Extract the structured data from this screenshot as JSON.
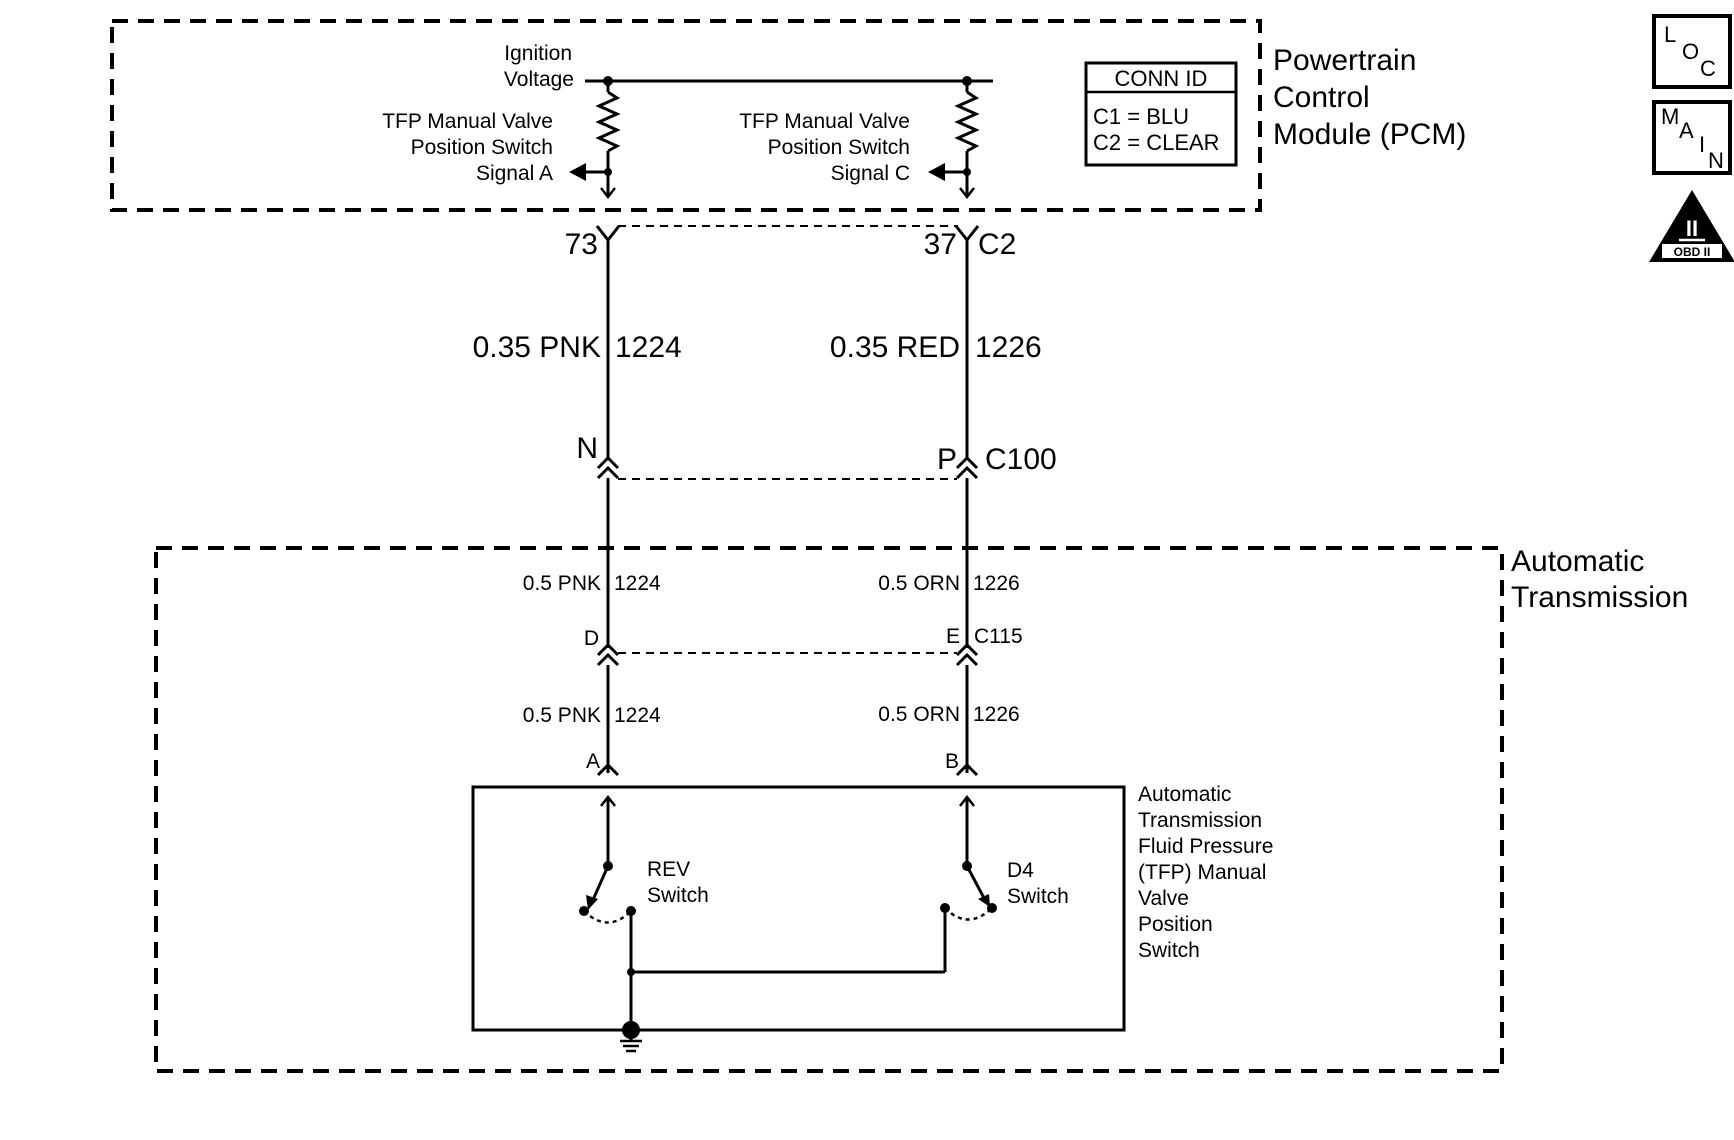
{
  "pcm": {
    "title_lines": [
      "Powertrain",
      "Control",
      "Module (PCM)"
    ],
    "ignition_lines": [
      "Ignition",
      "Voltage"
    ],
    "signal_a_lines": [
      "TFP Manual Valve",
      "Position Switch",
      "Signal A"
    ],
    "signal_c_lines": [
      "TFP Manual Valve",
      "Position Switch",
      "Signal C"
    ],
    "conn_id": {
      "header": "CONN ID",
      "c1": "C1 = BLU",
      "c2": "C2 = CLEAR"
    }
  },
  "pcm_pins": {
    "left_pin": "73",
    "right_pin": "37",
    "connector": "C2"
  },
  "upper_wires": {
    "left": {
      "color": "0.35 PNK",
      "circuit": "1224"
    },
    "right": {
      "color": "0.35 RED",
      "circuit": "1226"
    }
  },
  "c100": {
    "left_pin": "N",
    "right_pin": "P",
    "name": "C100"
  },
  "transmission": {
    "title_lines": [
      "Automatic",
      "Transmission"
    ],
    "mid_wires": {
      "left": {
        "color": "0.5 PNK",
        "circuit": "1224"
      },
      "right": {
        "color": "0.5 ORN",
        "circuit": "1226"
      }
    },
    "c115": {
      "left_pin": "D",
      "right_pin": "E",
      "name": "C115"
    },
    "lower_wires": {
      "left": {
        "color": "0.5 PNK",
        "circuit": "1224"
      },
      "right": {
        "color": "0.5 ORN",
        "circuit": "1226"
      }
    },
    "switch_pins": {
      "left": "A",
      "right": "B"
    },
    "rev_switch_lines": [
      "REV",
      "Switch"
    ],
    "d4_switch_lines": [
      "D4",
      "Switch"
    ],
    "assembly_label_lines": [
      "Automatic",
      "Transmission",
      "Fluid Pressure",
      "(TFP) Manual",
      "Valve",
      "Position",
      "Switch"
    ]
  },
  "badges": {
    "loc": [
      "L",
      "O",
      "C"
    ],
    "main": [
      "M",
      "A",
      "I",
      "N"
    ],
    "obd": {
      "symbol": "II",
      "label": "OBD II"
    }
  }
}
